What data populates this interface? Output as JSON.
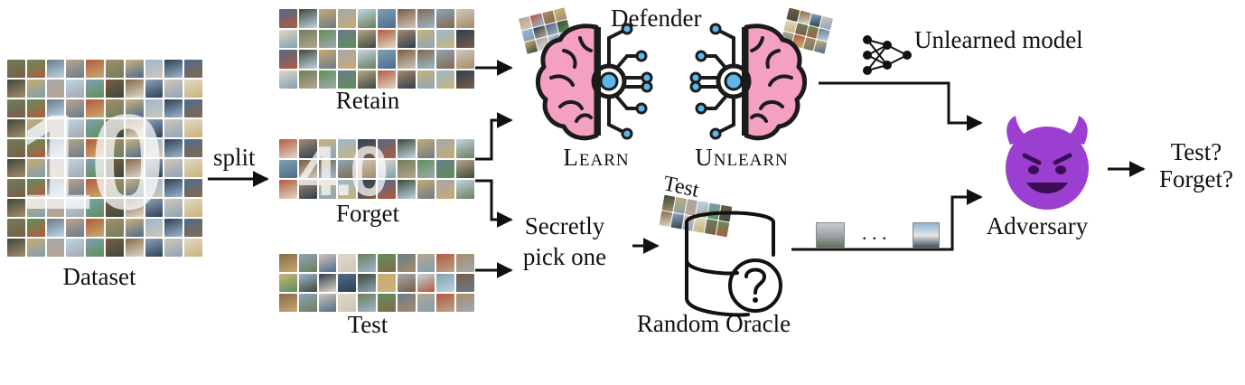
{
  "labels": {
    "dataset": "Dataset",
    "split": "split",
    "retain": "Retain",
    "forget": "Forget",
    "test": "Test",
    "defender": "Defender",
    "learn": "Learn",
    "unlearn": "Unlearn",
    "unlearned_model": "Unlearned model",
    "secretly_line1": "Secretly",
    "secretly_line2": "pick one",
    "oracle_test": "Test",
    "random_oracle": "Random Oracle",
    "ellipsis": ". . .",
    "adversary": "Adversary",
    "question_line1": "Test?",
    "question_line2": "Forget?"
  },
  "watermarks": {
    "dataset": "10",
    "forget": "4.0"
  },
  "icons": {
    "brain_learn": "brain-circuit-icon",
    "brain_unlearn": "brain-circuit-mirrored-icon",
    "network": "neural-network-icon",
    "database": "database-question-icon",
    "adversary": "smiling-devil-emoji-icon"
  },
  "colors": {
    "brain_pink": "#f4a0c0",
    "brain_outline": "#1b1b1b",
    "circuit_blue": "#5bb8ec",
    "devil_purple": "#9b3fd0",
    "arrow": "#111111"
  },
  "thumb_palette": [
    "#8ea4b8",
    "#6d7f5a",
    "#b8a58c",
    "#c9b37c",
    "#4e6b8c",
    "#a3a8ad",
    "#7a5c45",
    "#d0c6b8",
    "#5f8f5a",
    "#b35a3c",
    "#9bb7cf",
    "#3d4a3a",
    "#c0d4e2",
    "#846a4c",
    "#e0d8c8",
    "#6b7b8b",
    "#a58c6a",
    "#2f3f52",
    "#c8aa70",
    "#7fa0b0"
  ]
}
